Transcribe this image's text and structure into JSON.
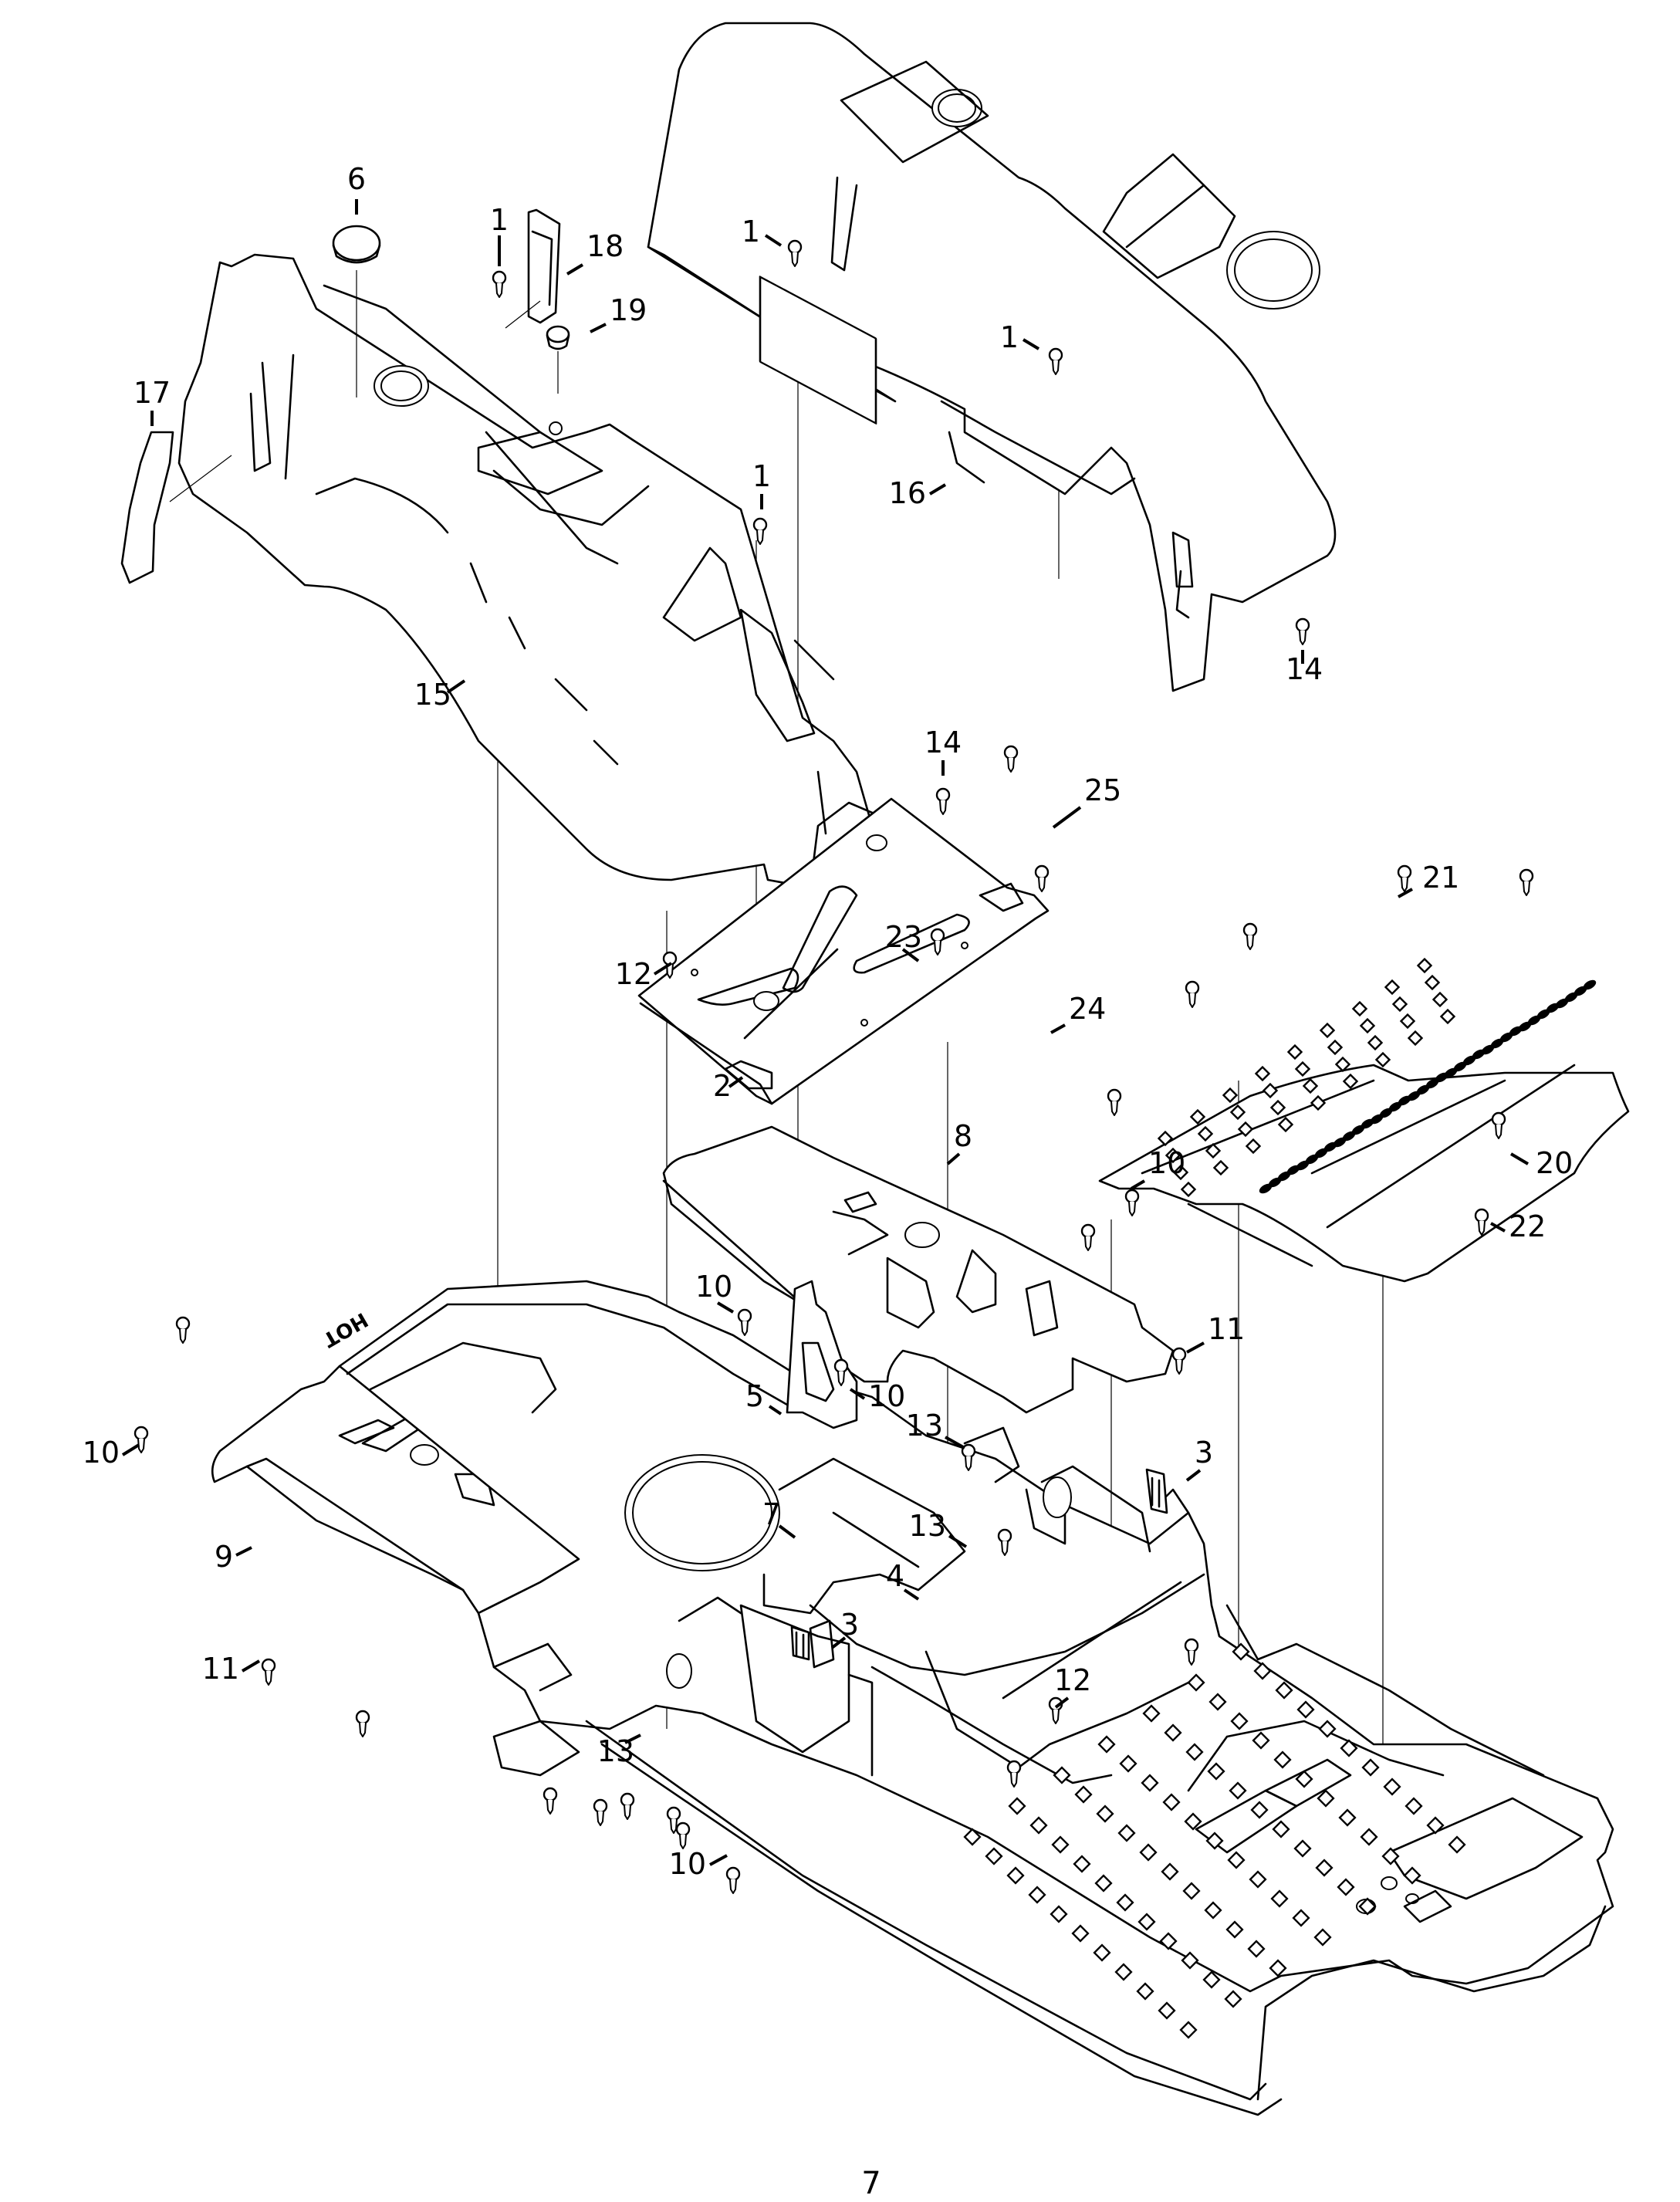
{
  "page": {
    "number": "7"
  },
  "callouts": [
    {
      "id": "c1a",
      "label": "1"
    },
    {
      "id": "c1b",
      "label": "1"
    },
    {
      "id": "c1c",
      "label": "1"
    },
    {
      "id": "c1d",
      "label": "1"
    },
    {
      "id": "c2",
      "label": "2"
    },
    {
      "id": "c3a",
      "label": "3"
    },
    {
      "id": "c3b",
      "label": "3"
    },
    {
      "id": "c4",
      "label": "4"
    },
    {
      "id": "c5",
      "label": "5"
    },
    {
      "id": "c6",
      "label": "6"
    },
    {
      "id": "c7",
      "label": "7"
    },
    {
      "id": "c8",
      "label": "8"
    },
    {
      "id": "c9",
      "label": "9"
    },
    {
      "id": "c10a",
      "label": "10"
    },
    {
      "id": "c10b",
      "label": "10"
    },
    {
      "id": "c10c",
      "label": "10"
    },
    {
      "id": "c10d",
      "label": "10"
    },
    {
      "id": "c10e",
      "label": "10"
    },
    {
      "id": "c11a",
      "label": "11"
    },
    {
      "id": "c11b",
      "label": "11"
    },
    {
      "id": "c12a",
      "label": "12"
    },
    {
      "id": "c12b",
      "label": "12"
    },
    {
      "id": "c13a",
      "label": "13"
    },
    {
      "id": "c13b",
      "label": "13"
    },
    {
      "id": "c13c",
      "label": "13"
    },
    {
      "id": "c14a",
      "label": "14"
    },
    {
      "id": "c14b",
      "label": "14"
    },
    {
      "id": "c15",
      "label": "15"
    },
    {
      "id": "c16",
      "label": "16"
    },
    {
      "id": "c17",
      "label": "17"
    },
    {
      "id": "c18",
      "label": "18"
    },
    {
      "id": "c19",
      "label": "19"
    },
    {
      "id": "c20",
      "label": "20"
    },
    {
      "id": "c21",
      "label": "21"
    },
    {
      "id": "c22",
      "label": "22"
    },
    {
      "id": "c23",
      "label": "23"
    },
    {
      "id": "c24",
      "label": "24"
    },
    {
      "id": "c25",
      "label": "25"
    }
  ],
  "embossed_text": {
    "hot_label": "HOT"
  }
}
